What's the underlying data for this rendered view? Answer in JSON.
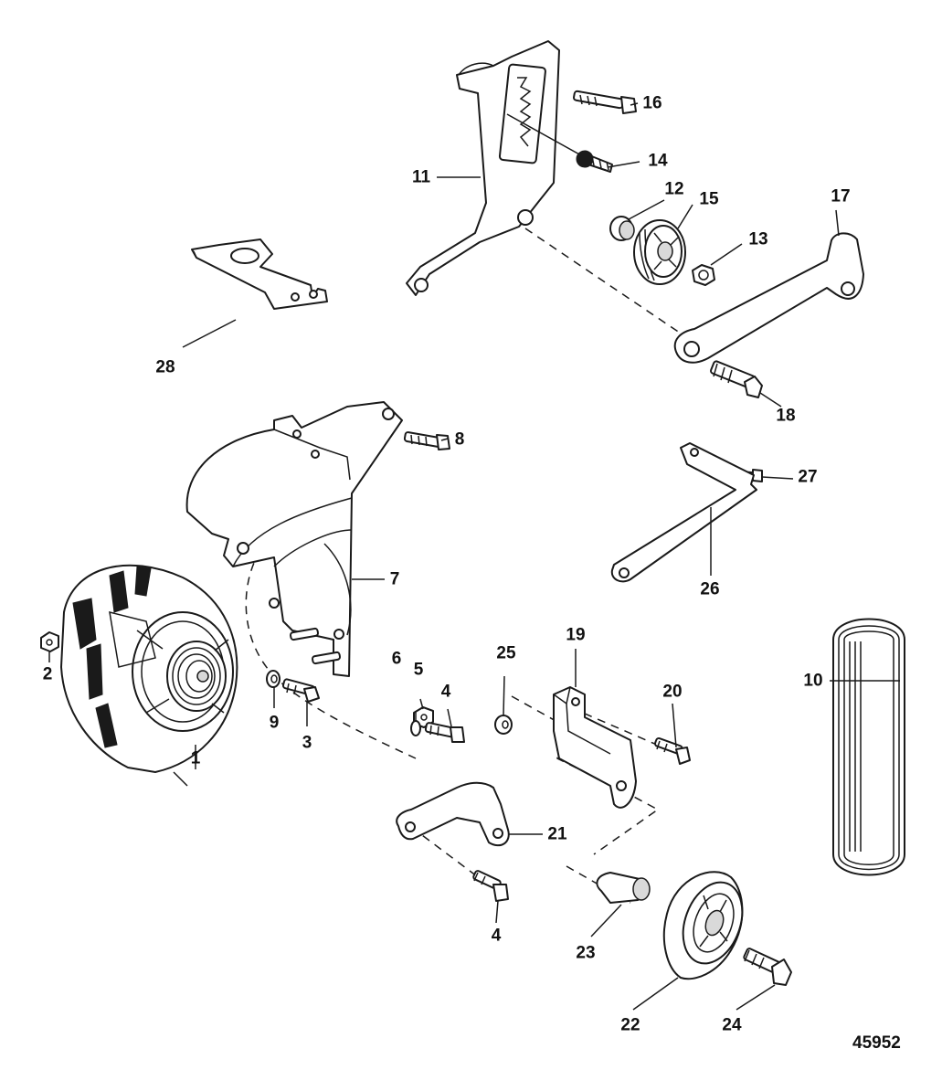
{
  "diagram": {
    "figure_number": "45952",
    "callouts": [
      {
        "id": "c1",
        "label": "1"
      },
      {
        "id": "c2",
        "label": "2"
      },
      {
        "id": "c3",
        "label": "3"
      },
      {
        "id": "c4a",
        "label": "4"
      },
      {
        "id": "c4b",
        "label": "4"
      },
      {
        "id": "c5",
        "label": "5"
      },
      {
        "id": "c6",
        "label": "6"
      },
      {
        "id": "c7",
        "label": "7"
      },
      {
        "id": "c8",
        "label": "8"
      },
      {
        "id": "c9",
        "label": "9"
      },
      {
        "id": "c10",
        "label": "10"
      },
      {
        "id": "c11",
        "label": "11"
      },
      {
        "id": "c12",
        "label": "12"
      },
      {
        "id": "c13",
        "label": "13"
      },
      {
        "id": "c14",
        "label": "14"
      },
      {
        "id": "c15",
        "label": "15"
      },
      {
        "id": "c16",
        "label": "16"
      },
      {
        "id": "c17",
        "label": "17"
      },
      {
        "id": "c18",
        "label": "18"
      },
      {
        "id": "c19",
        "label": "19"
      },
      {
        "id": "c20",
        "label": "20"
      },
      {
        "id": "c21",
        "label": "21"
      },
      {
        "id": "c22",
        "label": "22"
      },
      {
        "id": "c23",
        "label": "23"
      },
      {
        "id": "c24",
        "label": "24"
      },
      {
        "id": "c25",
        "label": "25"
      },
      {
        "id": "c26",
        "label": "26"
      },
      {
        "id": "c27",
        "label": "27"
      },
      {
        "id": "c28",
        "label": "28"
      }
    ]
  }
}
